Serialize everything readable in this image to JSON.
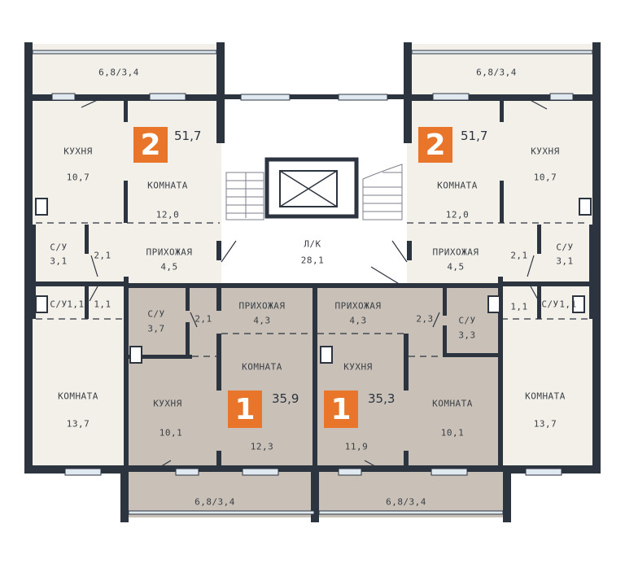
{
  "colors": {
    "wall": "#2c3440",
    "room": "#f3f0ea",
    "room_gray": "#c9c1b7",
    "badge": "#e8752a"
  },
  "apartments": [
    {
      "rooms": "2",
      "area": "51,7"
    },
    {
      "rooms": "2",
      "area": "51,7"
    },
    {
      "rooms": "1",
      "area": "35,9"
    },
    {
      "rooms": "1",
      "area": "35,3"
    }
  ],
  "labels": {
    "balcony_tl": "6,8/3,4",
    "balcony_tr": "6,8/3,4",
    "balcony_bl": "6,8/3,4",
    "balcony_br": "6,8/3,4",
    "kitchen_name": "КУХНЯ",
    "room_name": "КОМНАТА",
    "hall_name": "ПРИХОЖАЯ",
    "bath_name": "С/У",
    "lk_name": "Л/К",
    "lk_area": "28,1",
    "a1_kitchen": "10,7",
    "a1_room": "12,0",
    "a1_hall": "4,5",
    "a1_bath": "3,1",
    "a1_bath_door": "2,1",
    "a1_wc": "1,1",
    "a1_wc_door": "1,1",
    "a1_big_room": "13,7",
    "a2_kitchen": "10,7",
    "a2_room": "12,0",
    "a2_hall": "4,5",
    "a2_bath": "3,1",
    "a2_bath_door": "2,1",
    "a2_wc": "1,1",
    "a2_wc_door": "1,1",
    "a2_big_room": "13,7",
    "a3_bath": "3,7",
    "a3_bath_door": "2,1",
    "a3_hall": "4,3",
    "a3_kitchen": "10,1",
    "a3_room": "12,3",
    "a4_hall": "4,3",
    "a4_bath_door": "2,3",
    "a4_bath": "3,3",
    "a4_kitchen": "11,9",
    "a4_room": "10,1"
  }
}
